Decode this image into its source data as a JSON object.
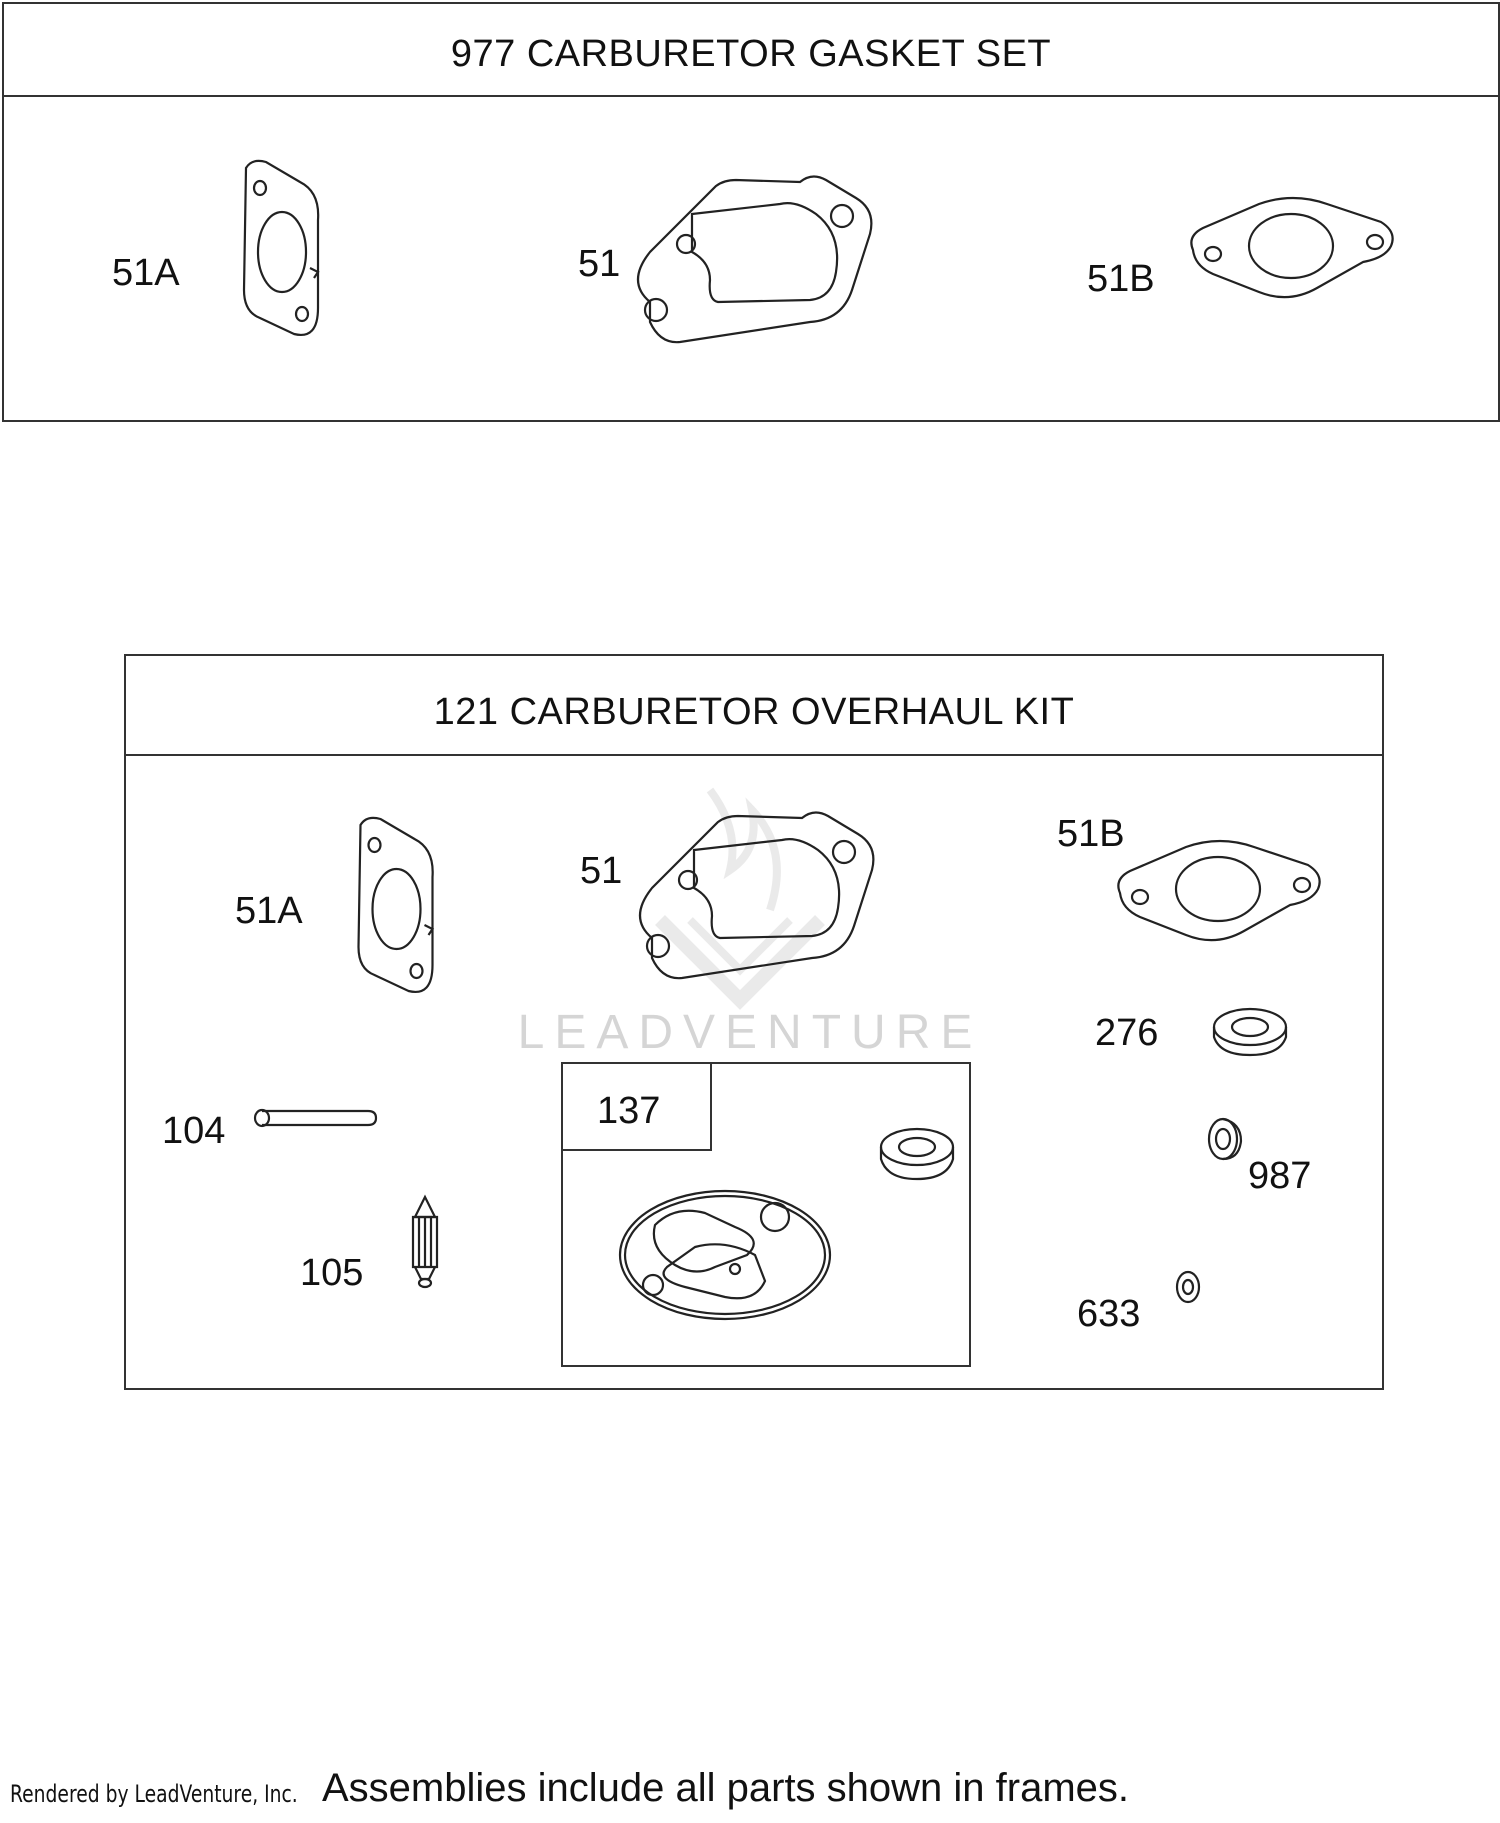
{
  "gasket_set": {
    "title": "977 CARBURETOR GASKET SET",
    "callouts": {
      "a": "51A",
      "b": "51",
      "c": "51B"
    }
  },
  "overhaul_kit": {
    "title": "121 CARBURETOR OVERHAUL KIT",
    "callouts": {
      "p51a": "51A",
      "p51": "51",
      "p51b": "51B",
      "p276": "276",
      "p104": "104",
      "p137": "137",
      "p987": "987",
      "p105": "105",
      "p633": "633"
    }
  },
  "watermark": "LEADVENTURE",
  "footer": {
    "rendered_by": "Rendered by LeadVenture, Inc.",
    "note": "Assemblies include all parts shown in frames."
  }
}
